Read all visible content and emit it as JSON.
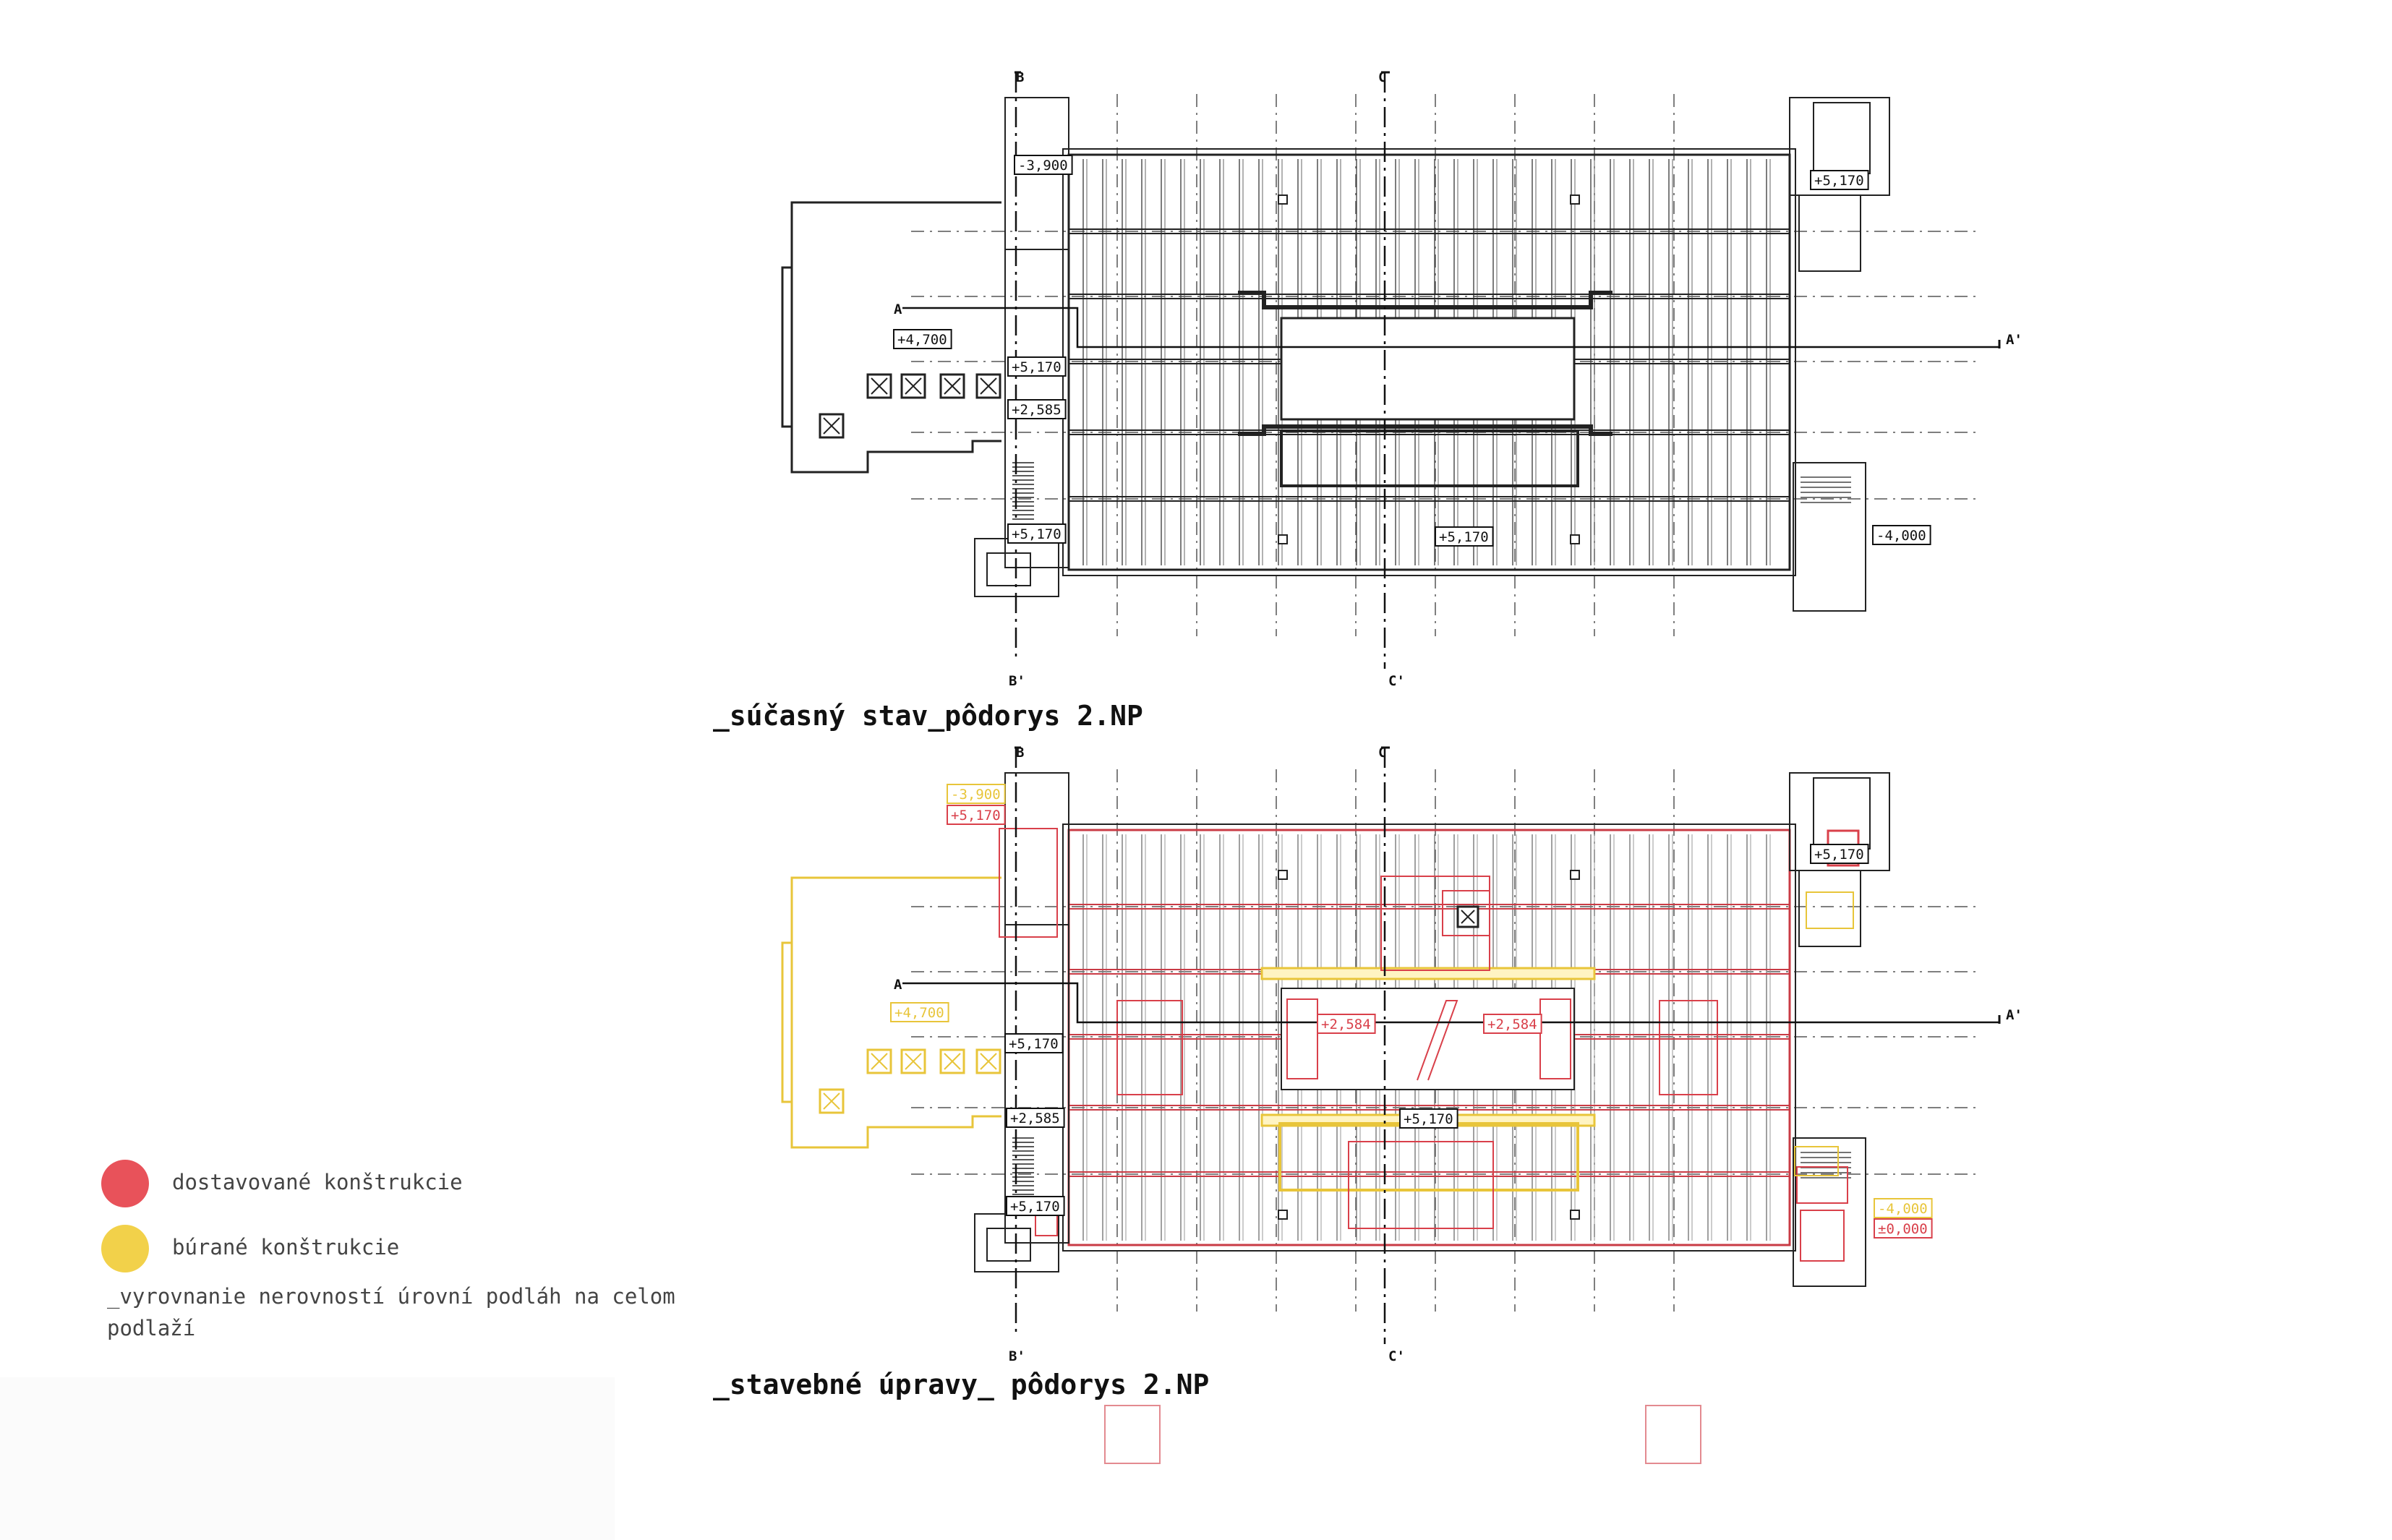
{
  "plans": [
    {
      "title": "_súčasný stav_pôdorys 2.NP",
      "levels": [
        "-3,900",
        "+4,700",
        "+5,170",
        "+2,585",
        "+5,170",
        "+5,170",
        "+5,170",
        "-4,000"
      ],
      "sections": [
        "B",
        "B'",
        "C",
        "C'",
        "A",
        "A'"
      ]
    },
    {
      "title": "_stavebné úpravy_ pôdorys 2.NP",
      "levels": [
        "-3,900",
        "+5,170",
        "+4,700",
        "+5,170",
        "+2,585",
        "+5,170",
        "+2,584",
        "+2,584",
        "+5,170",
        "+5,170",
        "-4,000",
        "±0,000"
      ],
      "sections": [
        "B",
        "B'",
        "C",
        "C'",
        "A",
        "A'"
      ]
    }
  ],
  "legend": [
    {
      "label": "dostavované konštrukcie",
      "color": "#e8525a"
    },
    {
      "label": "búrané konštrukcie",
      "color": "#f2d14a"
    }
  ],
  "note": "_vyrovnanie nerovností úrovní podláh na celom podlaží",
  "colors": {
    "line": "#222222",
    "new": "#d9404a",
    "demolished": "#e8c53a"
  }
}
